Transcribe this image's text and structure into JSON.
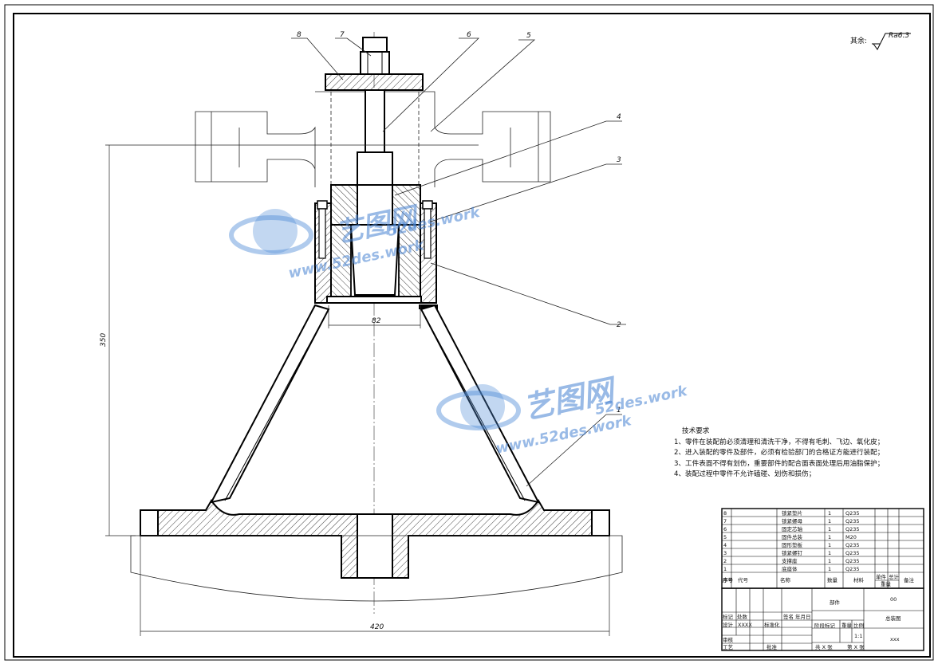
{
  "surface_finish": {
    "prefix": "其余:",
    "value": "Ra6.3"
  },
  "balloons": [
    "1",
    "2",
    "3",
    "4",
    "5",
    "6",
    "7",
    "8"
  ],
  "dimensions": {
    "height": "350",
    "width": "420",
    "bore": "82"
  },
  "technical_requirements": {
    "title": "技术要求",
    "items": [
      "1、零件在装配前必须清理和清洗干净，不得有毛刺、飞边、氧化皮；",
      "2、进入装配的零件及部件，必须有检验部门的合格证方能进行装配；",
      "3、工件表面不得有划伤，重要部件的配合面表面处理后用油脂保护；",
      "4、装配过程中零件不允许磕碰、划伤和损伤；"
    ]
  },
  "bom": {
    "rows": [
      {
        "no": "8",
        "name": "锁紧垫片",
        "qty": "1",
        "material": "Q235"
      },
      {
        "no": "7",
        "name": "锁紧螺母",
        "qty": "1",
        "material": "Q235"
      },
      {
        "no": "6",
        "name": "固定芯轴",
        "qty": "1",
        "material": "Q235"
      },
      {
        "no": "5",
        "name": "固件总装",
        "qty": "1",
        "material": "M20"
      },
      {
        "no": "4",
        "name": "固形垫板",
        "qty": "1",
        "material": "Q235"
      },
      {
        "no": "3",
        "name": "锁紧螺钉",
        "qty": "1",
        "material": "Q235"
      },
      {
        "no": "2",
        "name": "支撑座",
        "qty": "1",
        "material": "Q235"
      },
      {
        "no": "1",
        "name": "底座体",
        "qty": "1",
        "material": "Q235"
      }
    ],
    "header": {
      "no": "序号",
      "code": "代号",
      "name": "名称",
      "qty": "数量",
      "material": "材料",
      "unit_wt": "单件",
      "total_wt": "总计",
      "weight": "重量",
      "remark": "备注"
    }
  },
  "title_block": {
    "assembly": "部件",
    "drawing_no": "00",
    "drawing_name": "总装图",
    "scale_label": "比例",
    "scale": "1:1",
    "weight_label": "重量",
    "stage_label": "阶段标记",
    "designer_label": "设计",
    "designer": "XXXX",
    "std_label": "标准化",
    "audit_label": "审核",
    "process_label": "工艺",
    "approve_label": "批准",
    "mark_label": "标记",
    "count_label": "处数",
    "sign_label": "签名",
    "date_label": "年月日",
    "company": "xxx",
    "sheets": "共 X 张",
    "sheet_no": "第 X 张"
  },
  "watermark": {
    "brand": "艺图网",
    "url_main": "52des.work",
    "url_full": "www.52des.work"
  }
}
